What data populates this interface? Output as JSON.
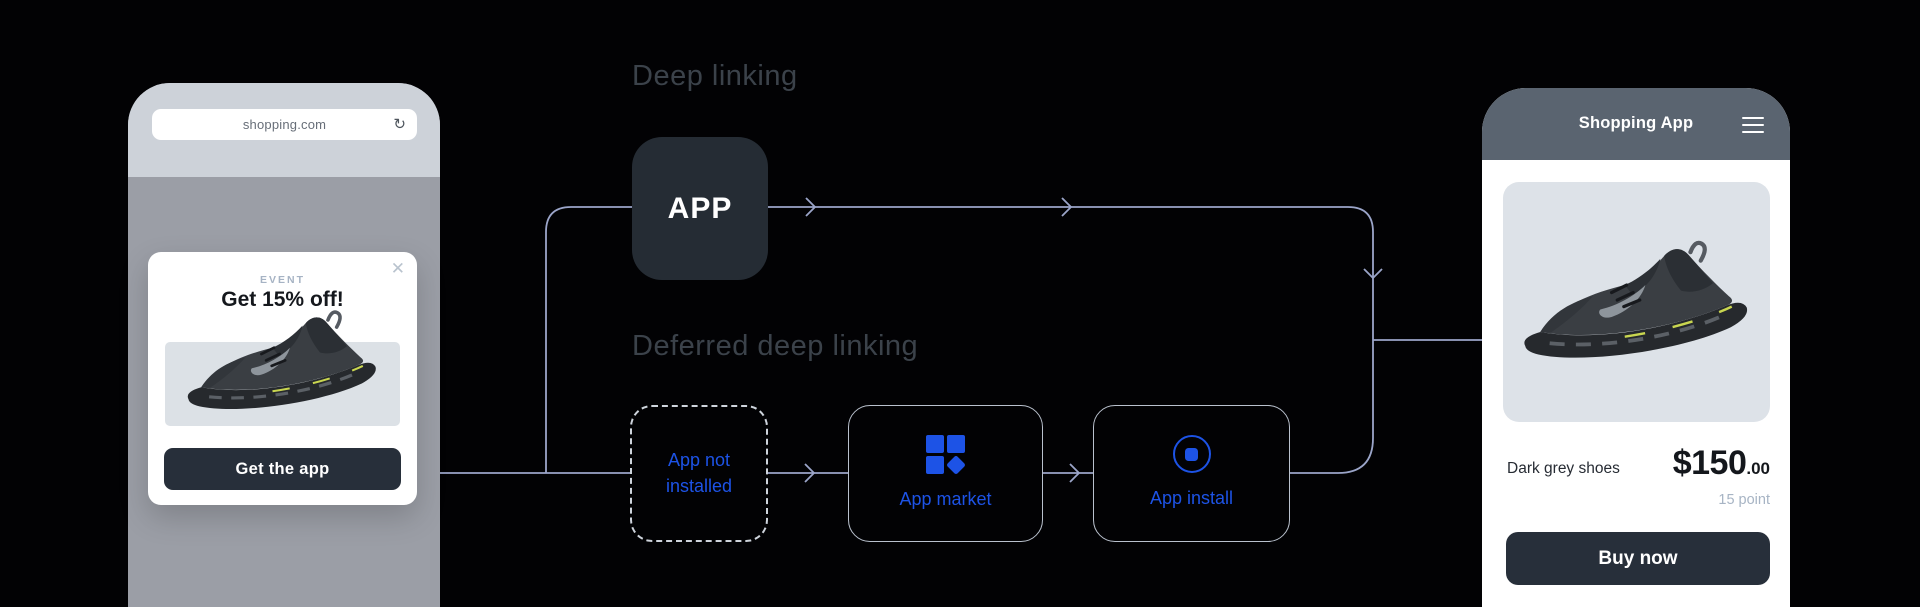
{
  "titles": {
    "deep_linking": "Deep linking",
    "deferred_deep_linking": "Deferred deep linking"
  },
  "left_phone": {
    "url": "shopping.com",
    "popup": {
      "eyebrow": "EVENT",
      "headline": "Get 15% off!",
      "cta": "Get the app"
    }
  },
  "flow": {
    "app_box": "APP",
    "app_not_installed": "App not installed",
    "app_market": "App market",
    "app_install": "App install"
  },
  "right_phone": {
    "header": "Shopping App",
    "product_name": "Dark grey shoes",
    "price_dollars": "$150",
    "price_cents": ".00",
    "points": "15 point",
    "cta": "Buy now"
  },
  "icons": {
    "refresh": "↻",
    "close": "✕"
  },
  "colors": {
    "accent_blue": "#1d53e6",
    "connector_line": "#9ba5c9",
    "dark_button": "#272f3a",
    "title_gray": "#3b424a"
  }
}
